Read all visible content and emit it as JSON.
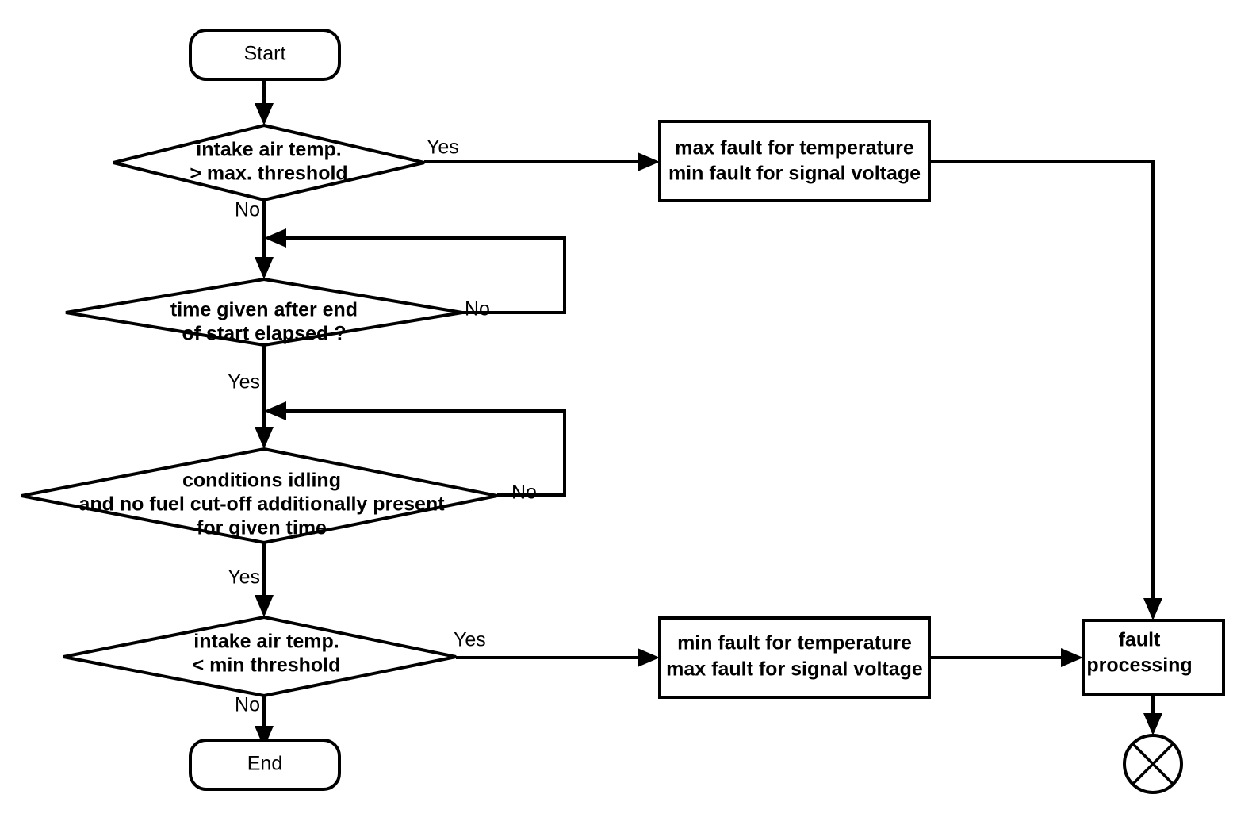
{
  "diagram": {
    "title": "Intake air temperature sensor diagnostic flowchart",
    "background_color": "#ffffff",
    "line_color": "#000000",
    "nodes": {
      "start": {
        "label": "Start",
        "type": "terminator"
      },
      "decision_max": {
        "line1": "intake air temp.",
        "line2": "> max. threshold",
        "type": "decision"
      },
      "fault_max": {
        "line1": "max fault for temperature",
        "line2": "min fault for signal voltage",
        "type": "process"
      },
      "decision_time": {
        "line1": "time given after end",
        "line2": "of start elapsed ?",
        "type": "decision"
      },
      "decision_idling": {
        "line1": "conditions idling",
        "line2": "and no fuel cut-off additionally present",
        "line3": "for given time",
        "type": "decision"
      },
      "decision_min": {
        "line1": "intake air temp.",
        "line2": "< min  threshold",
        "type": "decision"
      },
      "fault_min": {
        "line1": "min fault for temperature",
        "line2": "max fault for signal voltage",
        "type": "process"
      },
      "fault_processing": {
        "line1": "fault",
        "line2": "processing",
        "type": "process"
      },
      "end": {
        "label": "End",
        "type": "terminator"
      },
      "exit_connector": {
        "label": "",
        "type": "circle-x-terminator"
      }
    },
    "edge_labels": {
      "max_yes": "Yes",
      "max_no": "No",
      "time_no": "No",
      "time_yes": "Yes",
      "idling_no": "No",
      "idling_yes": "Yes",
      "min_yes": "Yes",
      "min_no": "No"
    }
  }
}
